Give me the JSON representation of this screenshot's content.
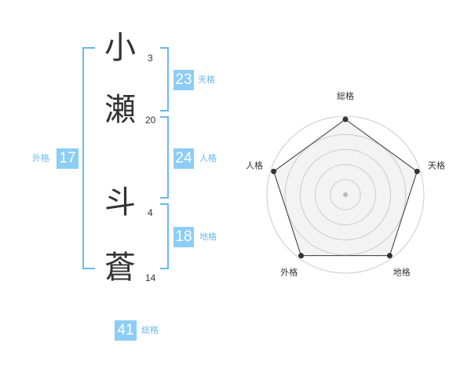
{
  "name": {
    "characters": [
      {
        "char": "小",
        "strokes": "3"
      },
      {
        "char": "瀬",
        "strokes": "20"
      },
      {
        "char": "斗",
        "strokes": "4"
      },
      {
        "char": "蒼",
        "strokes": "14"
      }
    ]
  },
  "fortunes": {
    "tenkaku": {
      "value": "23",
      "label": "天格"
    },
    "jinkaku": {
      "value": "24",
      "label": "人格"
    },
    "chikaku": {
      "value": "18",
      "label": "地格"
    },
    "gaikaku": {
      "value": "17",
      "label": "外格"
    },
    "soukaku": {
      "value": "41",
      "label": "総格"
    }
  },
  "radar": {
    "axes": [
      "総格",
      "天格",
      "地格",
      "外格",
      "人格"
    ],
    "levels": 5,
    "values": [
      5,
      5,
      5,
      5,
      5
    ],
    "max": 5,
    "colors": {
      "fill": "#f0f0f0",
      "line": "#333333",
      "grid": "#cccccc",
      "center": "#bbbbbb"
    }
  },
  "colors": {
    "badge": "#8ccdf5",
    "bracket": "#6ab9ec"
  }
}
